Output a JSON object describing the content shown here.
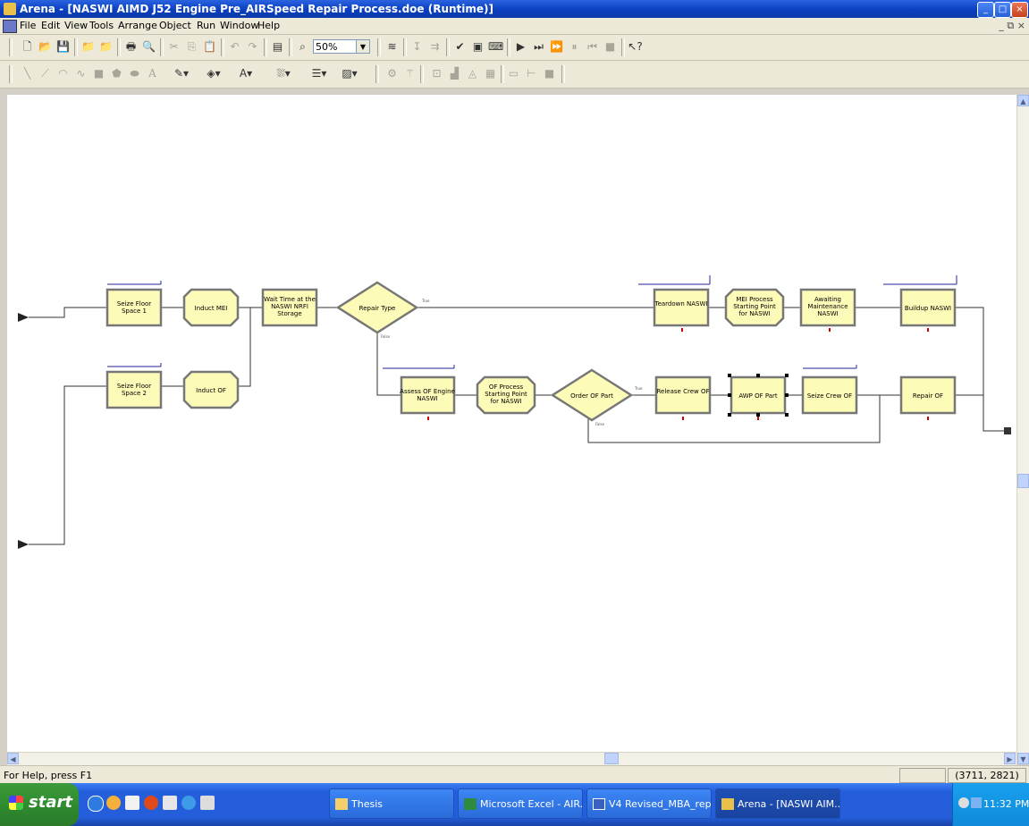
{
  "window": {
    "title": "Arena - [NASWI AIMD J52 Engine Pre_AIRSpeed Repair Process.doe (Runtime)]",
    "caption_buttons": [
      "minimize-icon",
      "maximize-icon",
      "close-icon"
    ]
  },
  "menu": {
    "items": [
      "File",
      "Edit",
      "View",
      "Tools",
      "Arrange",
      "Object",
      "Run",
      "Window",
      "Help"
    ],
    "mdi_controls": "_ ⧉ ×"
  },
  "toolbar": {
    "zoom_value": "50%"
  },
  "flowchart": {
    "modules": [
      {
        "label": "Seize Floor Space 1"
      },
      {
        "label": "Induct MEI"
      },
      {
        "label": "Wait Time at the NASWI NRFI Storage"
      },
      {
        "label": "Repair Type"
      },
      {
        "label": "Teardown NASWI"
      },
      {
        "label": "MEI Process Starting Point for NASWI"
      },
      {
        "label": "Awaiting Maintenance NASWI"
      },
      {
        "label": "Buildup NASWI"
      },
      {
        "label": "Seize Floor Space 2"
      },
      {
        "label": "Induct OF"
      },
      {
        "label": "Assess OF Engine NASWI"
      },
      {
        "label": "OF Process Starting Point for NASWI"
      },
      {
        "label": "Order OF Part"
      },
      {
        "label": "Release Crew OF"
      },
      {
        "label": "AWP OF Part"
      },
      {
        "label": "Seize Crew OF"
      },
      {
        "label": "Repair OF"
      }
    ],
    "branch_true": "True",
    "branch_false": "False"
  },
  "status": {
    "help_text": "For Help, press F1",
    "coordinates": "(3711, 2821)"
  },
  "taskbar": {
    "start_label": "start",
    "tasks": [
      {
        "label": "Thesis"
      },
      {
        "label": "Microsoft Excel - AIR..."
      },
      {
        "label": "V4 Revised_MBA_rep..."
      },
      {
        "label": "Arena - [NASWI AIM..."
      }
    ],
    "clock": "11:32 PM"
  }
}
